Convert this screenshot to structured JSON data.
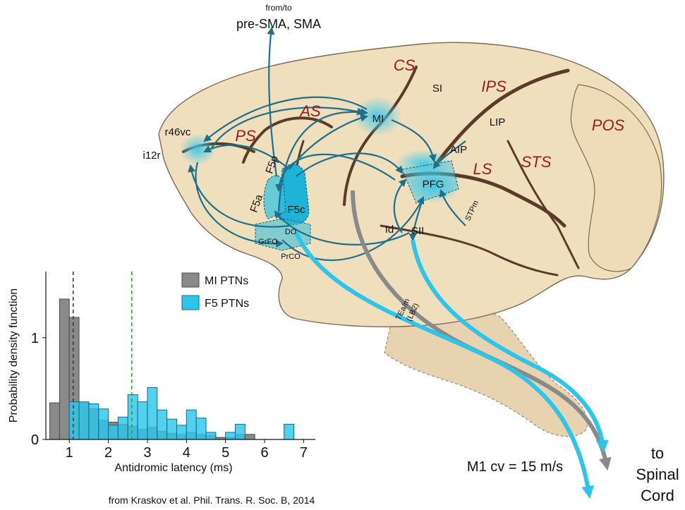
{
  "header": {
    "source_small": "from/to",
    "source_main": "pre-SMA, SMA"
  },
  "sulci": {
    "cs": "CS",
    "ips": "IPS",
    "as": "AS",
    "ps": "PS",
    "ls": "LS",
    "sts": "STS",
    "pos": "POS"
  },
  "areas": {
    "si": "SI",
    "lip": "LIP",
    "mi": "MI",
    "aip": "AIP",
    "r46vc": "r46vc",
    "i12r": "i12r",
    "f5p": "F5p",
    "f5a": "F5a",
    "f5c": "F5c",
    "pfg": "PFG",
    "do": "DO",
    "grfo": "GrFO",
    "prco": "PrCO",
    "id": "Id",
    "sii": "SII",
    "stpm": "STPm",
    "tealm": "TEa/m",
    "lb2": "(LB2)"
  },
  "bottom": {
    "cv": "M1 cv = 15 m/s",
    "to_line1": "to",
    "to_line2": "Spinal",
    "to_line3": "Cord",
    "citation": "from Kraskov et al. Phil. Trans. R. Soc. B, 2014"
  },
  "colors": {
    "arrow": "#1e6f8c",
    "mi_ptn": "#8a8a8a",
    "f5_ptn": "#2dc6ea",
    "sulcus_label": "#9b1a1a",
    "brain": "#f0dfbd"
  },
  "chart_data": {
    "type": "bar",
    "xlabel": "Antidromic latency (ms)",
    "ylabel": "Probability density function",
    "xlim": [
      0.4,
      7.3
    ],
    "ylim": [
      0,
      1.65
    ],
    "x_ticks": [
      "1",
      "2",
      "3",
      "4",
      "5",
      "6",
      "7"
    ],
    "y_ticks": [
      "0",
      "1"
    ],
    "vlines": [
      {
        "x": 1.1,
        "color": "#333333"
      },
      {
        "x": 2.6,
        "color": "#2e9a3c"
      }
    ],
    "legend": [
      "MI PTNs",
      "F5 PTNs"
    ],
    "bin_edges": [
      0.5,
      0.75,
      1.0,
      1.25,
      1.5,
      1.75,
      2.0,
      2.25,
      2.5,
      2.75,
      3.0,
      3.25,
      3.5,
      3.75,
      4.0,
      4.25,
      4.5,
      4.75,
      5.0,
      5.25,
      5.5,
      5.75,
      6.0,
      6.25,
      6.5,
      6.75,
      7.0
    ],
    "series": [
      {
        "name": "MI PTNs",
        "values": [
          0.36,
          1.38,
          1.2,
          0.36,
          0.3,
          0.19,
          0.17,
          0.15,
          0.13,
          0.1,
          0.12,
          0.08,
          0.06,
          0.05,
          0.07,
          0.05,
          0.04,
          0.02,
          0.02,
          0.05,
          0.05,
          0.0,
          0.0,
          0.0,
          0.0,
          0.0
        ]
      },
      {
        "name": "F5 PTNs",
        "values": [
          0.0,
          0.0,
          0.37,
          0.37,
          0.35,
          0.3,
          0.14,
          0.22,
          0.44,
          0.37,
          0.51,
          0.29,
          0.2,
          0.14,
          0.29,
          0.21,
          0.07,
          0.0,
          0.07,
          0.15,
          0.0,
          0.0,
          0.0,
          0.0,
          0.15,
          0.0
        ]
      }
    ]
  }
}
